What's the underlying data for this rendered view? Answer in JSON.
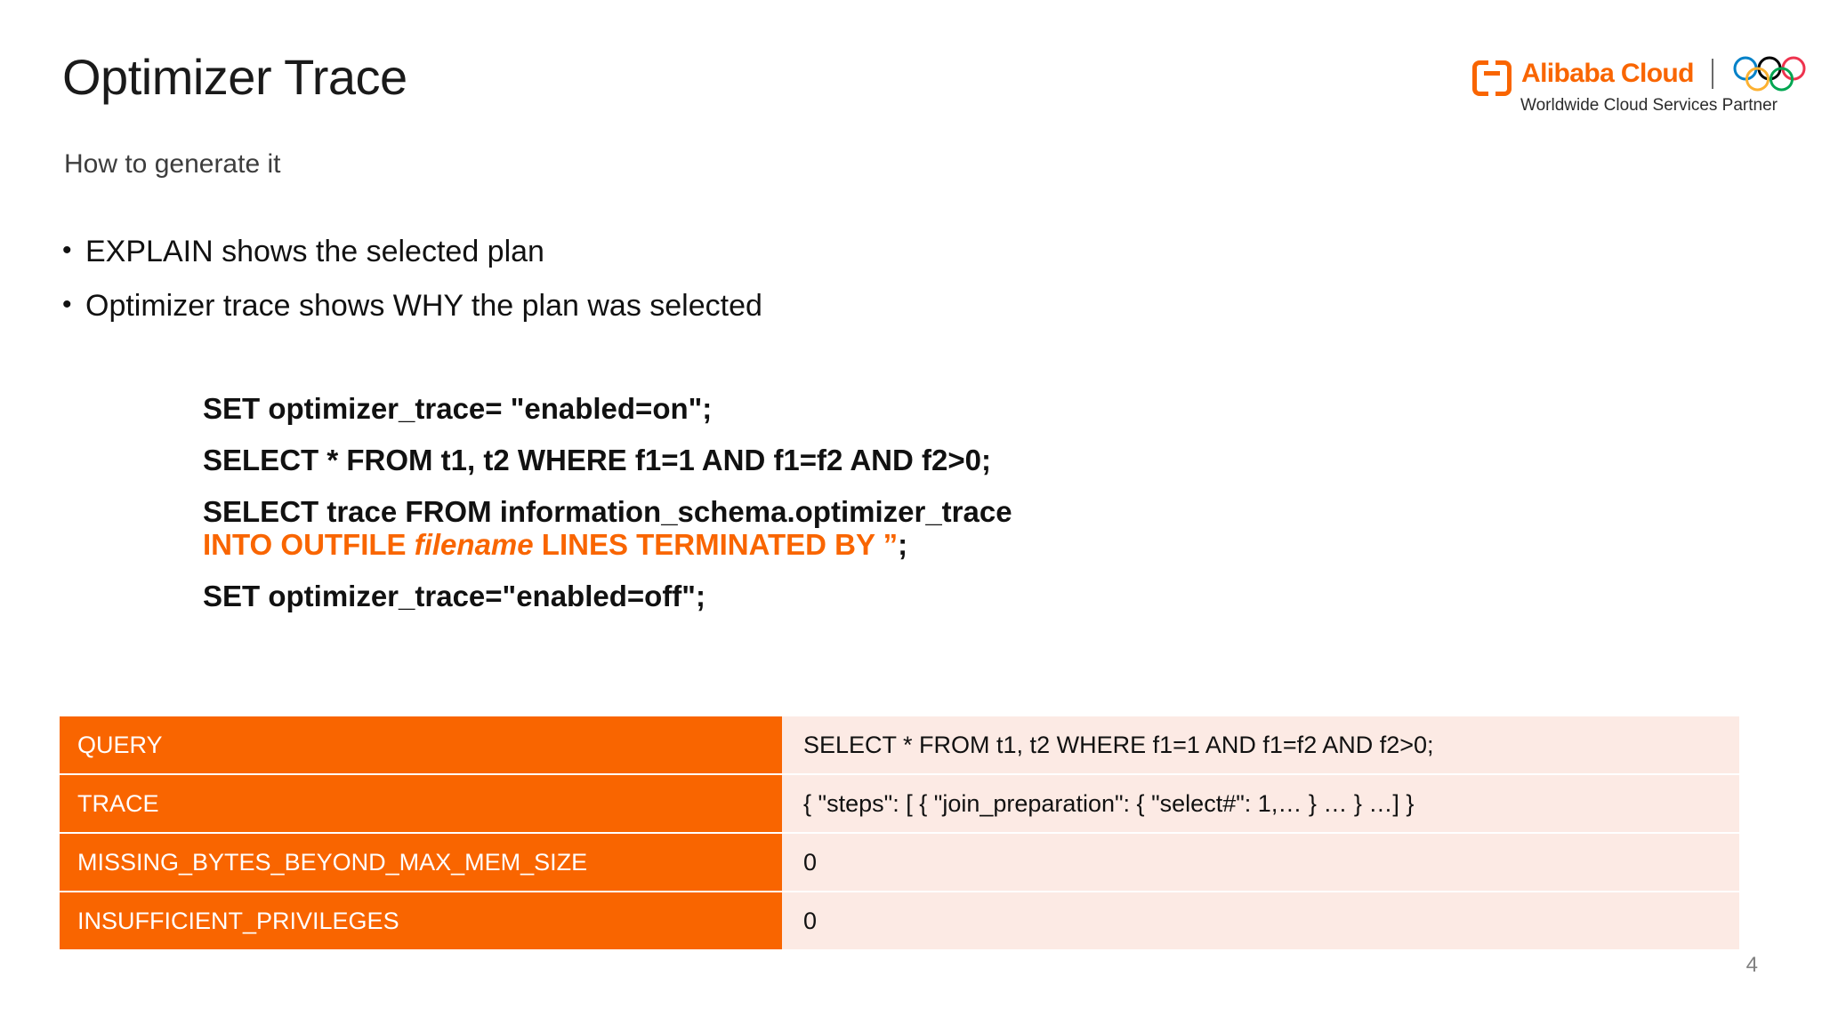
{
  "slide": {
    "title": "Optimizer Trace",
    "subtitle": "How to generate it",
    "page_number": "4"
  },
  "logo": {
    "brand": "Alibaba Cloud",
    "tagline": "Worldwide Cloud Services Partner",
    "ring_colors": [
      "#0081C8",
      "#000000",
      "#EE334E",
      "#FCB131",
      "#00A651"
    ]
  },
  "bullets": [
    {
      "marker": "•",
      "text": "EXPLAIN shows the selected plan"
    },
    {
      "marker": "•",
      "text": "Optimizer trace shows WHY the plan was selected"
    }
  ],
  "code": {
    "line1": "SET optimizer_trace= \"enabled=on\";",
    "line2": "SELECT * FROM t1, t2 WHERE f1=1 AND f1=f2 AND f2>0;",
    "line3a": "SELECT trace FROM information_schema.optimizer_trace",
    "line3b_pre": "INTO OUTFILE ",
    "line3b_italic": "filename",
    "line3b_post": " LINES TERMINATED BY ”",
    "line3b_semicolon": ";",
    "line4": "SET optimizer_trace=\"enabled=off\";"
  },
  "table": {
    "rows": [
      {
        "key": "QUERY",
        "value": "SELECT * FROM t1, t2 WHERE f1=1 AND f1=f2 AND f2>0;"
      },
      {
        "key": "TRACE",
        "value": "{ \"steps\": [ { \"join_preparation\": {  \"select#\": 1,… } … } …] }"
      },
      {
        "key": "MISSING_BYTES_BEYOND_MAX_MEM_SIZE",
        "value": "0"
      },
      {
        "key": "INSUFFICIENT_PRIVILEGES",
        "value": "0"
      }
    ]
  },
  "colors": {
    "accent_orange": "#F96500",
    "cell_background": "#FCEAE4",
    "text_dark": "#111111",
    "page_number_gray": "#808080"
  }
}
